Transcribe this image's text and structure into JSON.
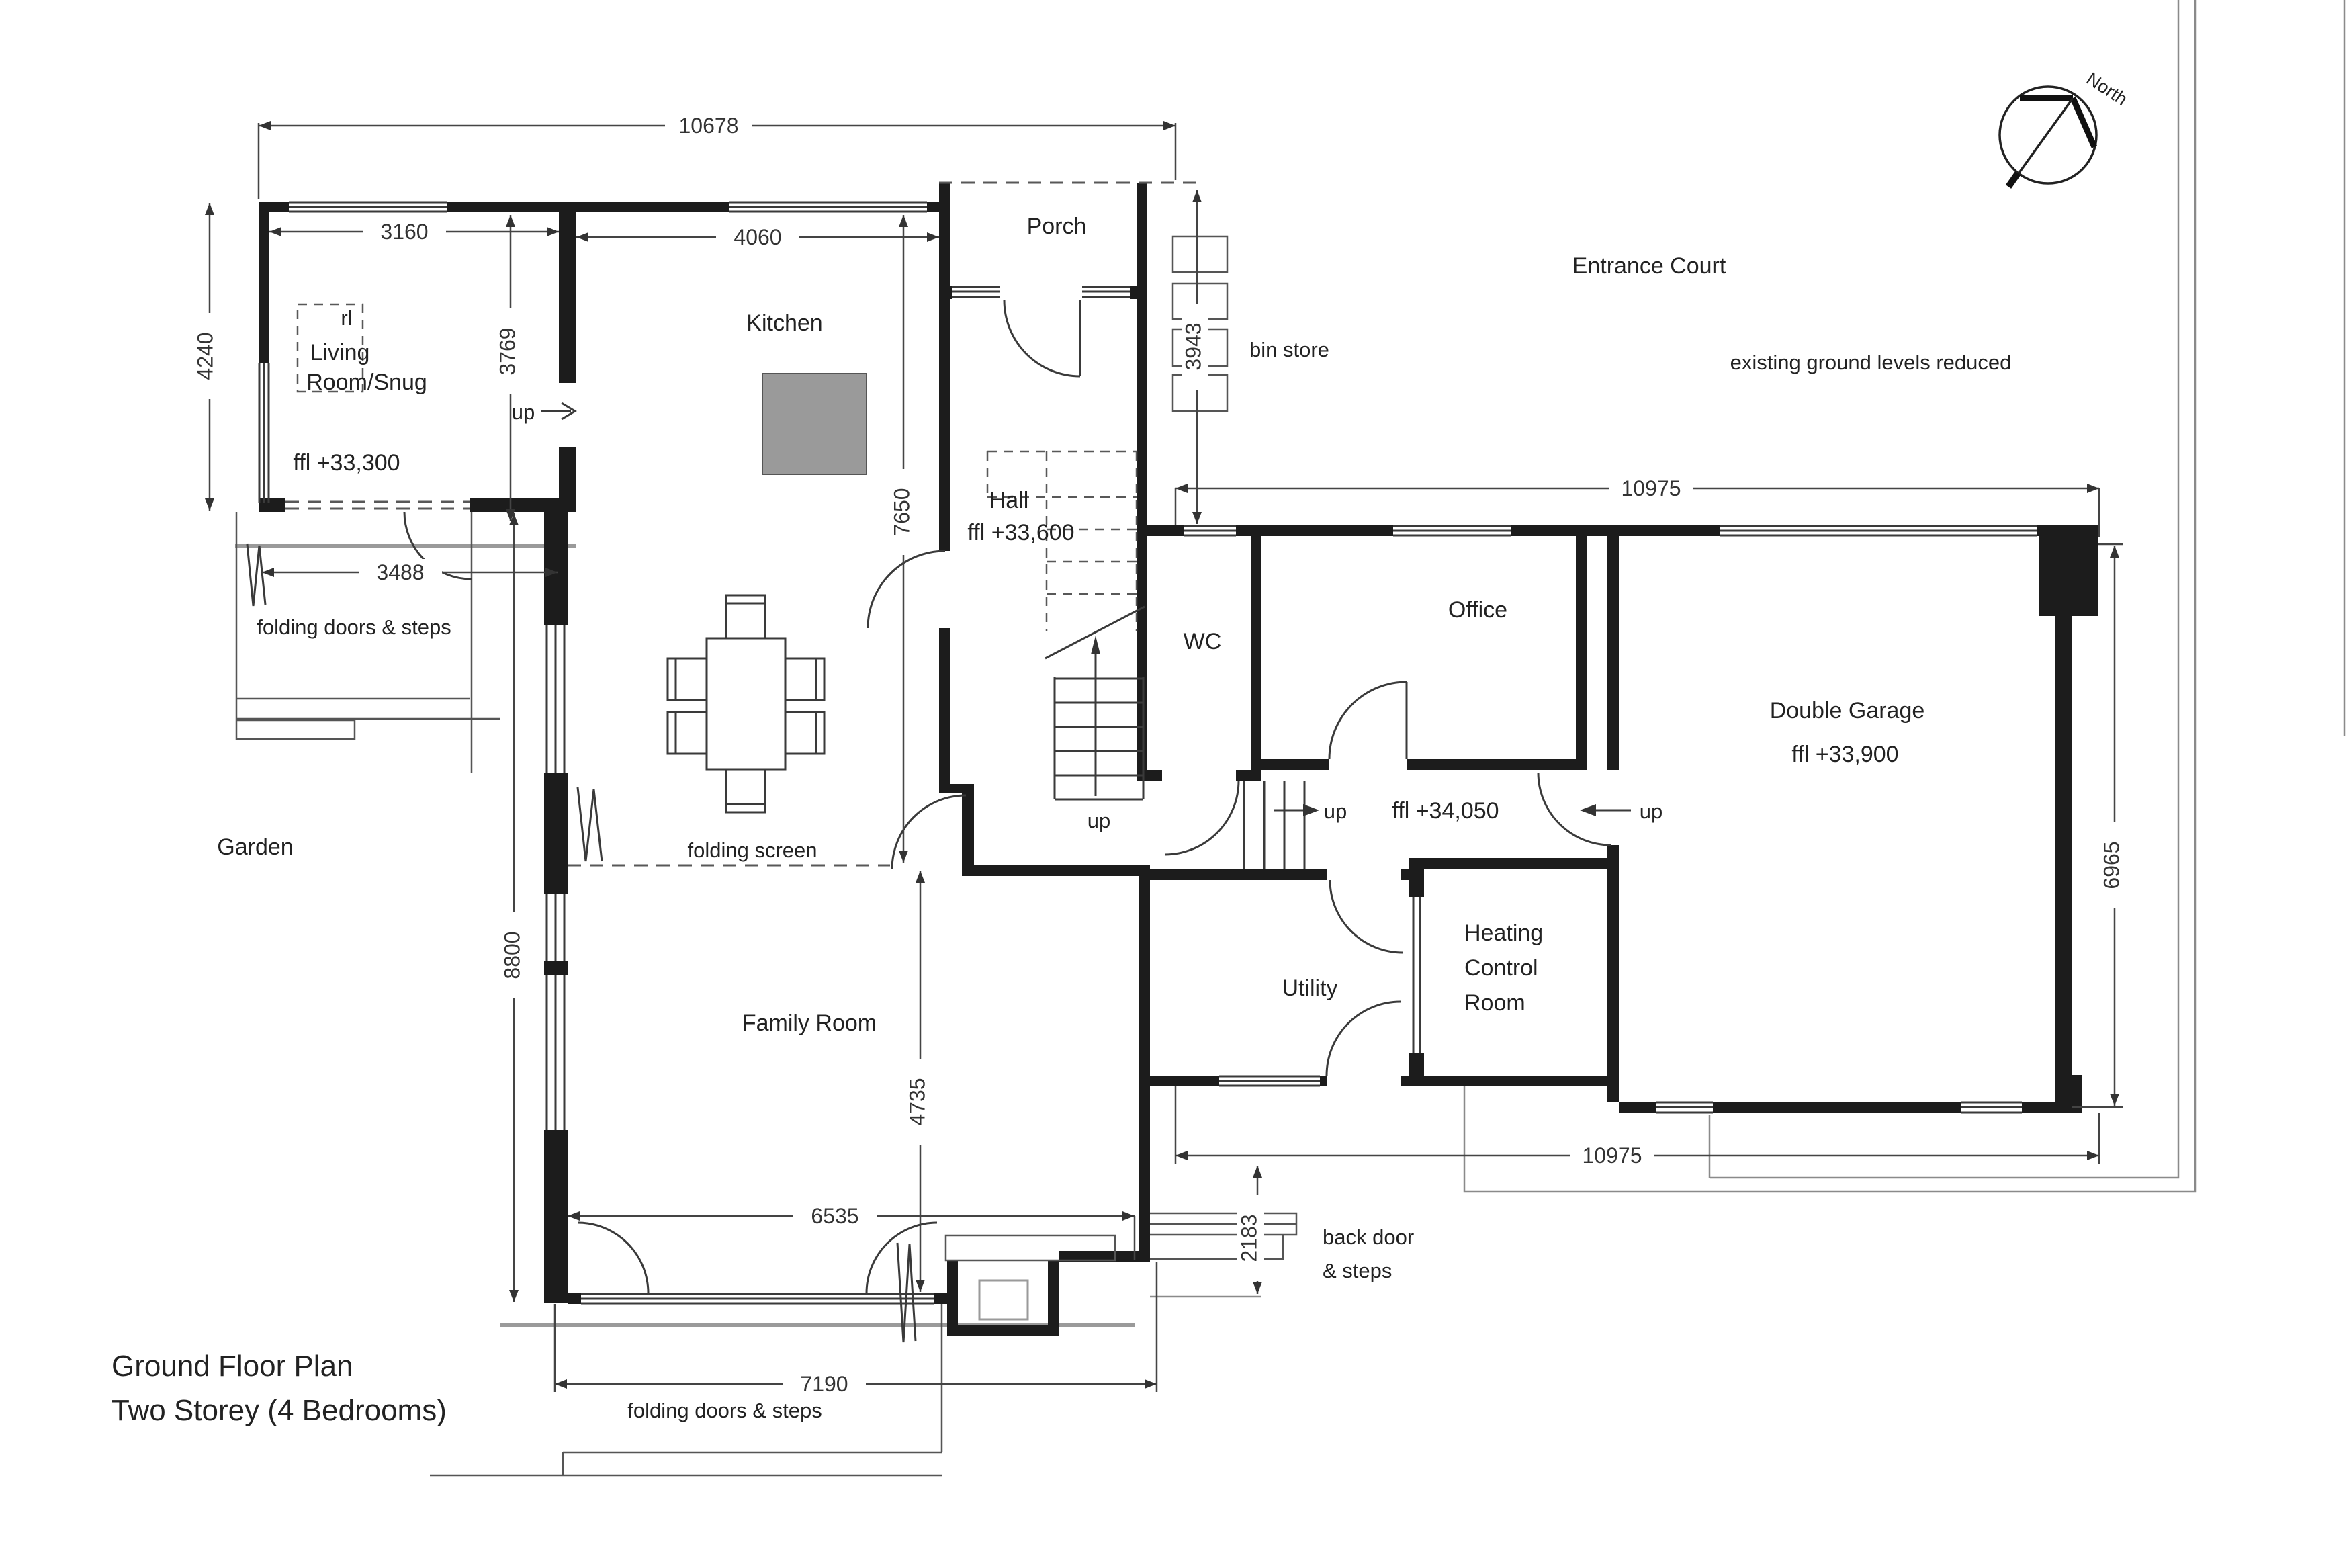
{
  "title": {
    "line1": "Ground Floor Plan",
    "line2": "Two Storey (4 Bedrooms)"
  },
  "compass": {
    "label": "North"
  },
  "rooms": {
    "living": {
      "name1": "Living",
      "name2": "Room/Snug",
      "ffl": "ffl +33,300",
      "rooflight": "rl"
    },
    "kitchen": {
      "name": "Kitchen"
    },
    "porch": {
      "name": "Porch"
    },
    "hall": {
      "name": "Hall",
      "ffl": "ffl +33,600"
    },
    "wc": {
      "name": "WC"
    },
    "office": {
      "name": "Office"
    },
    "garage": {
      "name": "Double Garage",
      "ffl": "ffl +33,900"
    },
    "utility": {
      "name": "Utility"
    },
    "heating": {
      "line1": "Heating",
      "line2": "Control",
      "line3": "Room"
    },
    "family": {
      "name": "Family Room"
    },
    "corridor": {
      "ffl": "ffl +34,050"
    }
  },
  "outdoor": {
    "garden": "Garden",
    "entrance_court": "Entrance Court",
    "ground_levels": "existing ground levels reduced",
    "bin_store": "bin store"
  },
  "annotations": {
    "folding_doors_steps": "folding doors & steps",
    "folding_screen": "folding screen",
    "back_door_line1": "back door",
    "back_door_line2": "& steps",
    "up": "up"
  },
  "dimensions": {
    "top_overall": "10678",
    "living_width": "3160",
    "kitchen_width": "4060",
    "living_height": "4240",
    "living_inner": "3769",
    "kitchen_depth": "7650",
    "living_bottom": "3488",
    "wing_top": "10975",
    "wing_bottom": "10975",
    "bin": "3943",
    "garage_depth": "6965",
    "family_depth": "8800",
    "family_inner": "4735",
    "family_width": "6535",
    "family_overall": "7190",
    "back": "2183"
  }
}
